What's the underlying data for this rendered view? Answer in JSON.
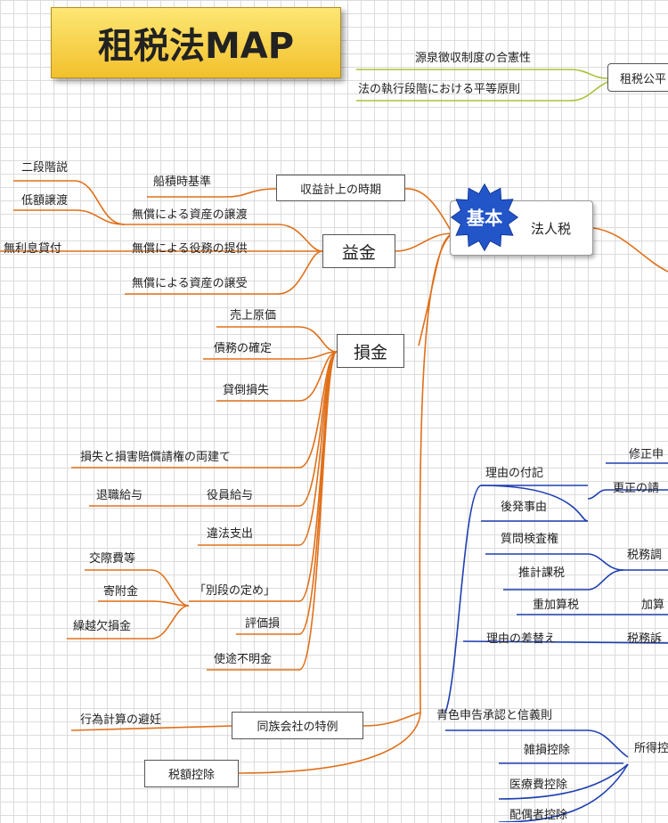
{
  "title": "租税法MAP",
  "top_box": "租税公平",
  "top_items": {
    "a": "源泉徴収制度の合憲性",
    "b": "法の執行段階における平等原則"
  },
  "center": {
    "badge": "基本",
    "label": "法人税"
  },
  "shueki": {
    "box": "収益計上の時期",
    "leaf": "船積時基準"
  },
  "ekikin": {
    "box": "益金",
    "items": [
      "無償による資産の譲渡",
      "無償による役務の提供",
      "無償による資産の譲受"
    ],
    "sub": [
      "二段階説",
      "低額譲渡",
      "無利息貸付"
    ]
  },
  "sonkin": {
    "box": "損金",
    "items": [
      "売上原価",
      "債務の確定",
      "貸倒損失",
      "損失と損害賠償請権の両建て",
      "役員給与",
      "違法支出",
      "「別段の定め」",
      "評価損",
      "使途不明金"
    ],
    "yakuin_sub": "退職給与",
    "betsudan_sub": [
      "交際費等",
      "寄附金",
      "繰越欠損金"
    ]
  },
  "dozoku": {
    "box": "同族会社の特例",
    "leaf": "行為計算の避妊"
  },
  "zeigaku": "税額控除",
  "blue": {
    "shusei": "修正申",
    "kosei": "更正の請",
    "kosei_sub": [
      "理由の付記",
      "後発事由"
    ],
    "chosa": "税務調",
    "chosa_sub": [
      "質問検査権",
      "推計課税"
    ],
    "kasan": "加算",
    "kasan_sub": "重加算税",
    "sosho": "税務訴",
    "sosho_sub": "理由の差替え",
    "aoiro": "青色申告承認と信義則",
    "shotoku": "所得控",
    "shotoku_sub": [
      "雑損控除",
      "医療費控除",
      "配偶者控除"
    ]
  },
  "colors": {
    "orange": "#e0701a",
    "blue": "#1f3fb0",
    "green": "#a9c23a",
    "star": "#2255c8"
  }
}
